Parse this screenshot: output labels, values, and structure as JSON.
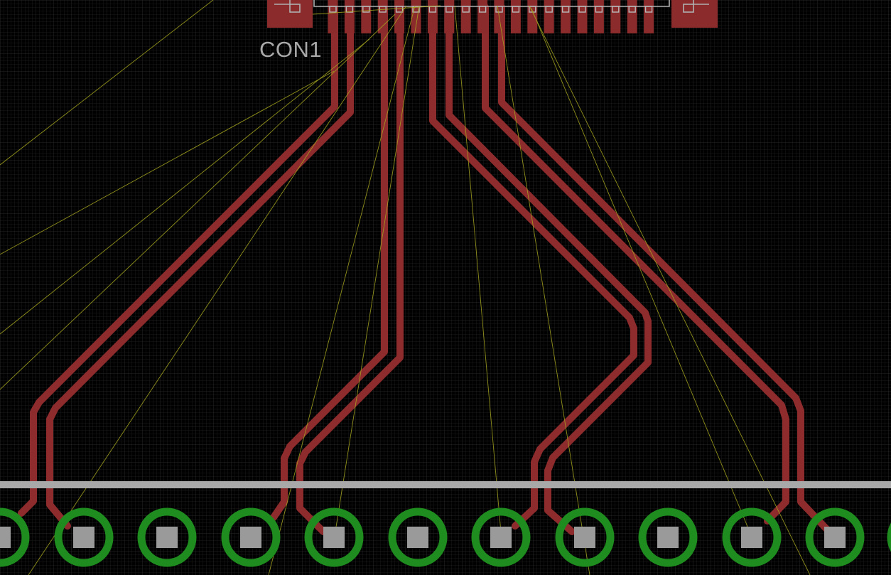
{
  "component": {
    "designator": "CON1"
  },
  "colors": {
    "background": "#000000",
    "grid": "#1d1d1d",
    "copper_top": "#8e2b2c",
    "smd_pad": "#8c2b2b",
    "airwire": "#a8a820",
    "package_outline": "#b0b0b0",
    "board_dimension": "#a8a8a8",
    "pad_ring": "#1e8c1e",
    "pad_drill": "#9a9a9a",
    "label": "#a9a9a9"
  },
  "icons": {
    "smd_pad": "rectangle",
    "through_hole_pad": "ring-with-square"
  }
}
